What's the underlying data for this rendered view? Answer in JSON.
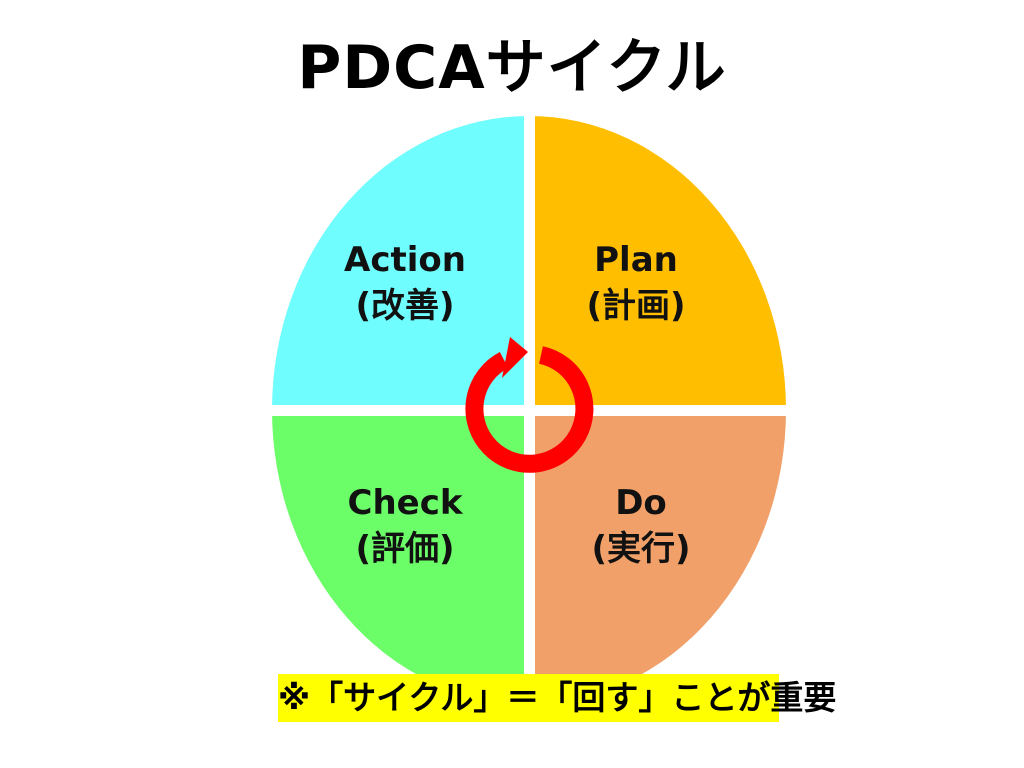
{
  "title": "PDCAサイクル",
  "quadrants": [
    {
      "id": "action",
      "en": "Action",
      "jp": "(改善)",
      "color": "#6ffdfd",
      "position": "top-left"
    },
    {
      "id": "plan",
      "en": "Plan",
      "jp": "(計画)",
      "color": "#ffbf00",
      "position": "top-right"
    },
    {
      "id": "check",
      "en": "Check",
      "jp": "(評価)",
      "color": "#6cfe69",
      "position": "bottom-left"
    },
    {
      "id": "do",
      "en": "Do",
      "jp": "(実行)",
      "color": "#f0a068",
      "position": "bottom-right"
    }
  ],
  "cycle_arrow": {
    "icon": "clockwise-cycle-arrow-icon",
    "color": "#ff0000"
  },
  "note": {
    "text": "※「サイクル」＝「回す」ことが重要",
    "background": "#ffff00"
  }
}
